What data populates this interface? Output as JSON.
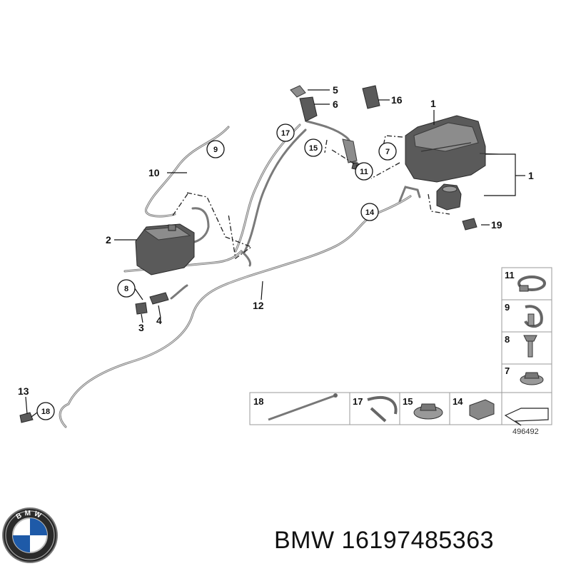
{
  "diagram": {
    "callouts": {
      "c1a": "1",
      "c1b": "1",
      "c2": "2",
      "c3": "3",
      "c4": "4",
      "c5": "5",
      "c6": "6",
      "c7": "7",
      "c8": "8",
      "c9": "9",
      "c10": "10",
      "c11": "11",
      "c12": "12",
      "c13": "13",
      "c14": "14",
      "c15": "15",
      "c16": "16",
      "c17": "17",
      "c18": "18",
      "c19": "19"
    },
    "legend_side": [
      "11",
      "9",
      "8",
      "7"
    ],
    "legend_bottom": [
      "18",
      "17",
      "15",
      "14"
    ],
    "reference_number": "496492"
  },
  "brand": {
    "logo_letters": "BMW",
    "text": "BMW 16197485363"
  }
}
